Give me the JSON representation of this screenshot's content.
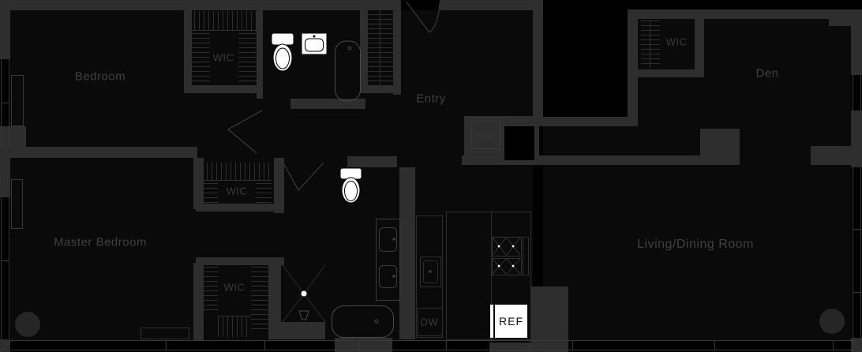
{
  "rooms": {
    "bedroom": {
      "label": "Bedroom"
    },
    "bedroom_wic": {
      "label": "WIC"
    },
    "entry": {
      "label": "Entry"
    },
    "den": {
      "label": "Den"
    },
    "den_wic": {
      "label": "WIC"
    },
    "master_bedroom": {
      "label": "Master Bedroom"
    },
    "master_wic_upper": {
      "label": "WIC"
    },
    "master_wic_lower": {
      "label": "WIC"
    },
    "living_dining": {
      "label": "Living/Dining Room"
    }
  },
  "appliances": {
    "washer_dryer": {
      "label": "W/D"
    },
    "dishwasher": {
      "label": "DW"
    },
    "refrigerator": {
      "label": "REF"
    }
  },
  "fixtures": [
    "toilet",
    "bathroom-sink",
    "bathtub",
    "toilet",
    "double-vanity",
    "shower",
    "bathtub",
    "kitchen-sink",
    "range-4-burner",
    "refrigerator",
    "washer-dryer",
    "dishwasher",
    "column",
    "column"
  ],
  "colors": {
    "background": "#000000",
    "room_fill": "#0a0a0a",
    "wall": "#2e2e2e",
    "line": "#3a3a3a",
    "label_text": "#404040",
    "fixture_white": "#ffffff",
    "column_fill": "#262626"
  }
}
